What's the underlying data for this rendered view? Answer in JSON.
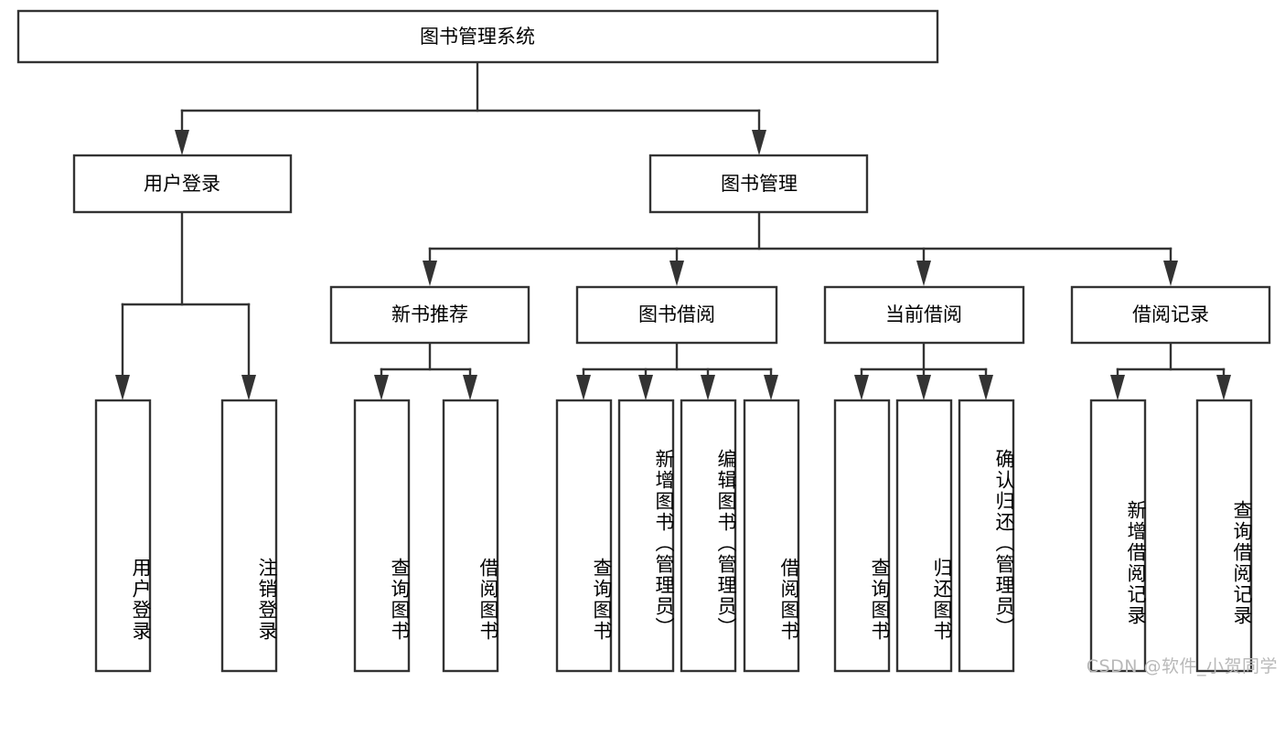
{
  "diagram": {
    "type": "tree",
    "title": "图书管理系统",
    "orientation": "top-down",
    "nodes": {
      "root": {
        "label": "图书管理系统",
        "level": 1
      },
      "l2": [
        {
          "id": "user-login",
          "label": "用户登录",
          "level": 2
        },
        {
          "id": "book-manage",
          "label": "图书管理",
          "level": 2
        }
      ],
      "l3": [
        {
          "id": "new-book-rec",
          "label": "新书推荐",
          "level": 3,
          "parent": "book-manage"
        },
        {
          "id": "book-borrow",
          "label": "图书借阅",
          "level": 3,
          "parent": "book-manage"
        },
        {
          "id": "current-borrow",
          "label": "当前借阅",
          "level": 3,
          "parent": "book-manage"
        },
        {
          "id": "borrow-record",
          "label": "借阅记录",
          "level": 3,
          "parent": "book-manage"
        }
      ],
      "leaves": [
        {
          "id": "leaf-user-login",
          "label": "用户登录",
          "parent": "user-login"
        },
        {
          "id": "leaf-user-logout",
          "label": "注销登录",
          "parent": "user-login"
        },
        {
          "id": "leaf-query-book-1",
          "label": "查询图书",
          "parent": "new-book-rec"
        },
        {
          "id": "leaf-borrow-book-1",
          "label": "借阅图书",
          "parent": "new-book-rec"
        },
        {
          "id": "leaf-query-book-2",
          "label": "查询图书",
          "parent": "book-borrow"
        },
        {
          "id": "leaf-add-book",
          "label": "新增图书（管理员）",
          "parent": "book-borrow"
        },
        {
          "id": "leaf-edit-book",
          "label": "编辑图书（管理员）",
          "parent": "book-borrow"
        },
        {
          "id": "leaf-borrow-book-2",
          "label": "借阅图书",
          "parent": "book-borrow"
        },
        {
          "id": "leaf-query-book-3",
          "label": "查询图书",
          "parent": "current-borrow"
        },
        {
          "id": "leaf-return-book",
          "label": "归还图书",
          "parent": "current-borrow"
        },
        {
          "id": "leaf-confirm-return",
          "label": "确认归还（管理员）",
          "parent": "current-borrow"
        },
        {
          "id": "leaf-add-record",
          "label": "新增借阅记录",
          "parent": "borrow-record"
        },
        {
          "id": "leaf-query-record",
          "label": "查询借阅记录",
          "parent": "borrow-record"
        }
      ]
    },
    "colors": {
      "box_stroke": "#333333",
      "box_fill": "#ffffff",
      "connector": "#333333",
      "text": "#000000",
      "background": "#ffffff",
      "watermark": "#b9b9b9"
    }
  },
  "watermark": {
    "text": "CSDN @软件_小贺同学"
  }
}
